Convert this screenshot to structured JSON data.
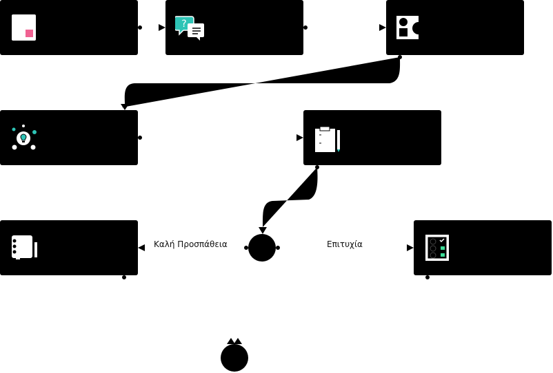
{
  "edges": {
    "retry_label": "Καλή Προσπάθεια",
    "success_label": "Επιτυχία"
  },
  "nodes": [
    {
      "id": "start",
      "icon": "document-icon"
    },
    {
      "id": "questions",
      "icon": "question-chat-icon"
    },
    {
      "id": "shapes",
      "icon": "shapes-icon"
    },
    {
      "id": "idea",
      "icon": "lightbulb-icon"
    },
    {
      "id": "checklist",
      "icon": "clipboard-pencil-icon"
    },
    {
      "id": "notebook",
      "icon": "notebook-icon"
    },
    {
      "id": "decision",
      "icon": "circle-node"
    },
    {
      "id": "result",
      "icon": "checkbox-list-icon"
    },
    {
      "id": "end",
      "icon": "circle-node"
    }
  ],
  "colors": {
    "box": "#000000",
    "accent_teal": "#2ec4b6",
    "accent_pink": "#f06292",
    "accent_green": "#3ddc97"
  }
}
